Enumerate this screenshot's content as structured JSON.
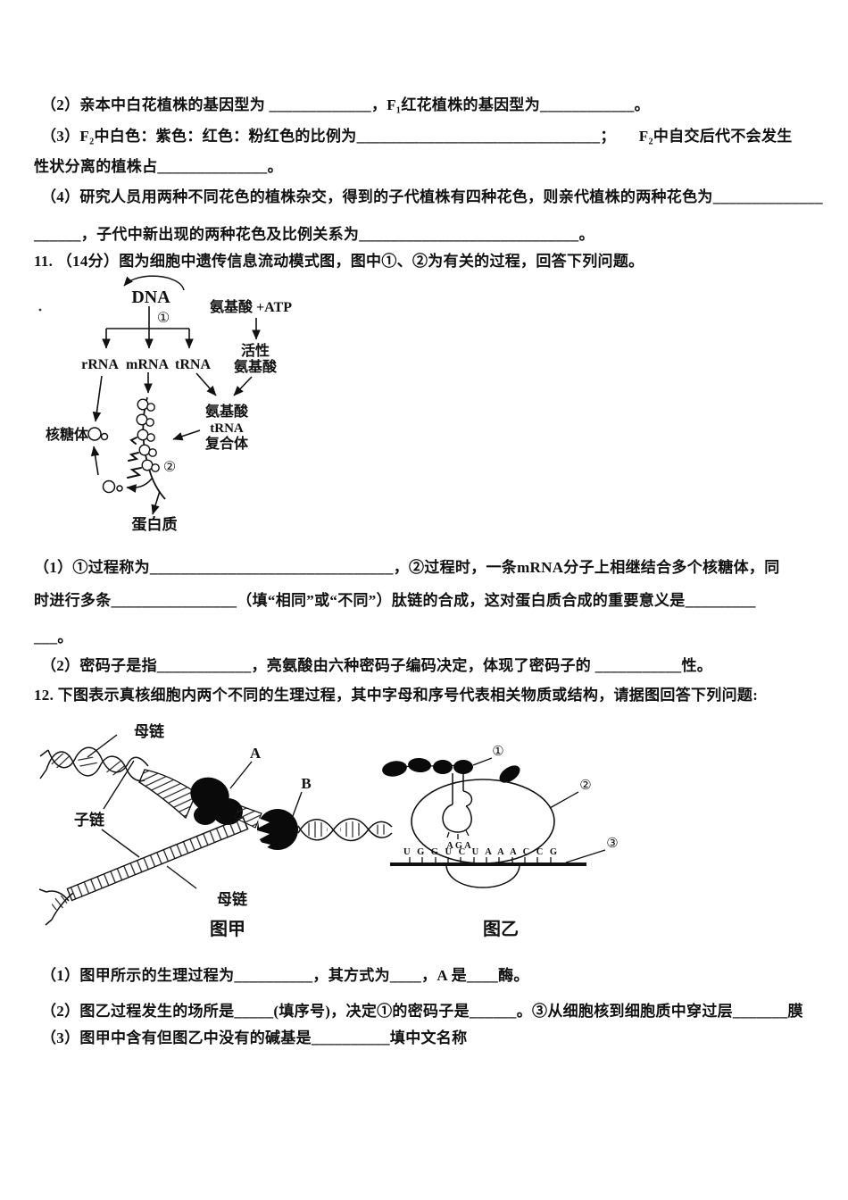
{
  "doc": {
    "background": "#ffffff",
    "text_color": "#111111"
  },
  "lines": [
    "（2）亲本中白花植株的基因型为 _____________，F₁红花植株的基因型为____________。",
    "（3）F₂中白色：紫色：红色：粉红色的比例为_______________________________；　　F₂中自交后代不会发生",
    "性状分离的植株占______________。",
    "（4）研究人员用两种不同花色的植株杂交，得到的子代植株有四种花色，则亲代植株的两种花色为______________",
    "______，子代中新出现的两种花色及比例关系为____________________________。",
    "11. （14分）图为细胞中遗传信息流动模式图，图中①、②为有关的过程，回答下列问题。",
    "（1）①过程称为_______________________________，②过程时，一条mRNA分子上相继结合多个核糖体，同",
    "时进行多条________________（填“相同”或“不同”）肽链的合成，这对蛋白质合成的重要意义是_________",
    "___。",
    "（2）密码子是指____________，亮氨酸由六种密码子编码决定，体现了密码子的 ___________性。",
    "12. 下图表示真核细胞内两个不同的生理过程，其中字母和序号代表相关物质或结构，请据图回答下列问题:",
    "（1）图甲所示的生理过程为__________，其方式为____，A 是____酶。",
    "（2）图乙过程发生的场所是_____(填序号)，决定①的密码子是______。③从细胞核到细胞质中穿过层_______膜",
    "（3）图甲中含有但图乙中没有的碱基是__________填中文名称"
  ],
  "flow_diagram": {
    "dna": "DNA",
    "process1": "①",
    "process2": "②",
    "rrna": "rRNA",
    "mrna": "mRNA",
    "trna": "tRNA",
    "amino_atp": "氨基酸 +ATP",
    "active_line1": "活性",
    "active_line2": "氨基酸",
    "complex_line1": "氨基酸",
    "complex_line2": "tRNA",
    "complex_line3": "复合体",
    "ribosome": "核糖体",
    "protein": "蛋白质"
  },
  "fig_jia": {
    "caption": "图甲",
    "mother_top": "母链",
    "daughter": "子链",
    "mother_bottom": "母链",
    "enzyme_a": "A",
    "enzyme_b": "B"
  },
  "fig_yi": {
    "caption": "图乙",
    "label1": "①",
    "label2": "②",
    "label3": "③",
    "anticodon": "A G A",
    "mrna_sequence": "U G G U C U A A A C C G"
  }
}
